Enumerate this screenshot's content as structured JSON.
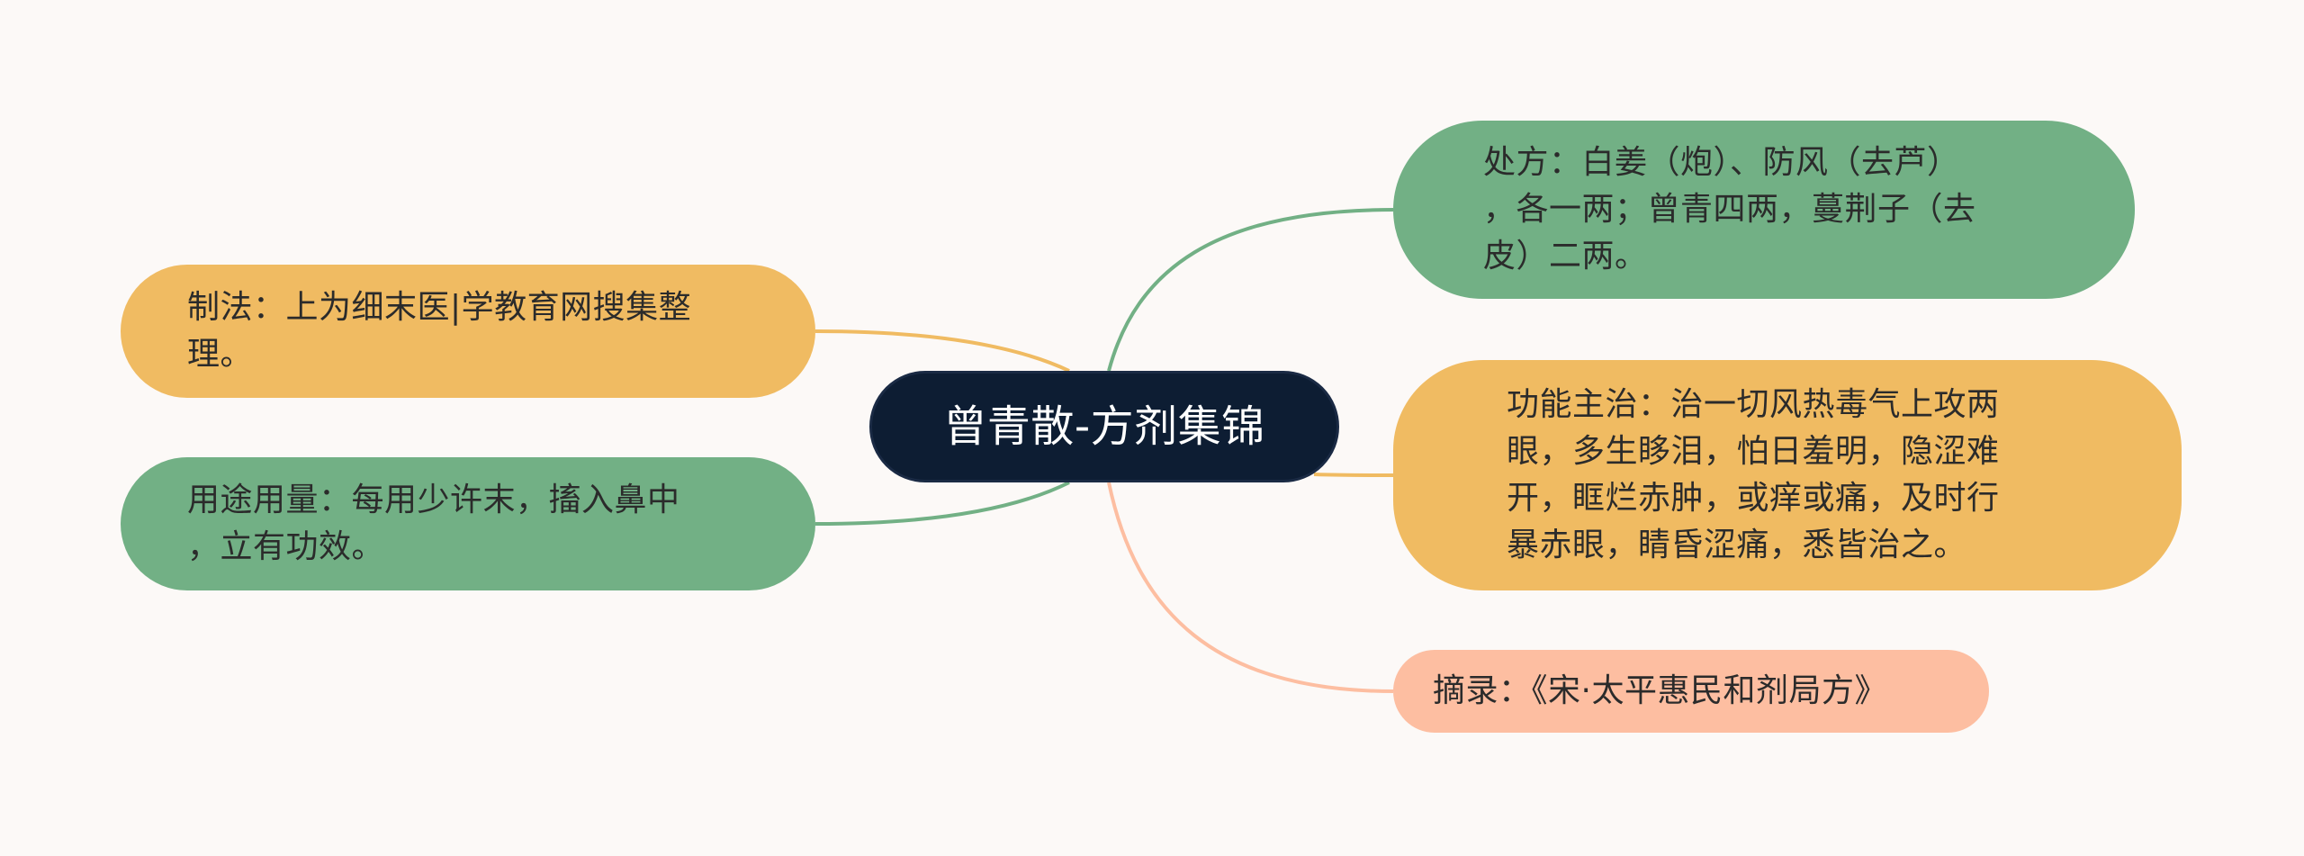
{
  "mindmap": {
    "root": "曾青散-方剂集锦",
    "right": [
      {
        "text": "处方：白姜（炮）、防风（去芦）\n，各一两；曾青四两，蔓荆子（去\n皮）二两。",
        "color": "#72b085"
      },
      {
        "text": "功能主治：治一切风热毒气上攻两\n眼，多生眵泪，怕日羞明，隐涩难\n开，眶烂赤肿，或痒或痛，及时行\n暴赤眼，睛昏涩痛，悉皆治之。",
        "color": "#f0bb62"
      },
      {
        "text": "摘录：《宋·太平惠民和剂局方》",
        "color": "#fdbea1"
      }
    ],
    "left": [
      {
        "text": "制法：上为细末医|学教育网搜集整\n理。",
        "color": "#f0bb62"
      },
      {
        "text": "用途用量：每用少许末，搐入鼻中\n，立有功效。",
        "color": "#72b085"
      }
    ]
  }
}
